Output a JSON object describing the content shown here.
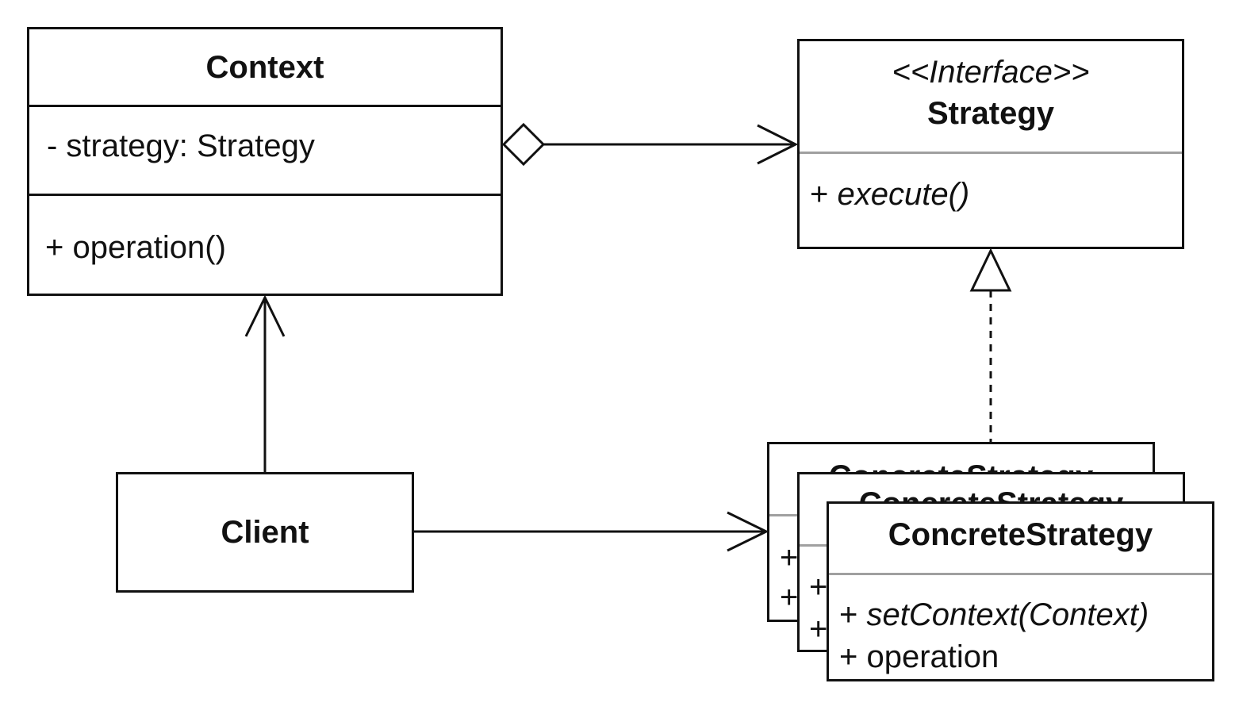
{
  "context": {
    "name": "Context",
    "attribute": "- strategy: Strategy",
    "method": "+ operation()"
  },
  "strategy": {
    "stereotype": "<<Interface>>",
    "name": "Strategy",
    "method_prefix": "+ ",
    "method_name": "execute()"
  },
  "client": {
    "name": "Client"
  },
  "concrete_strategy": {
    "name": "ConcreteStrategy",
    "method1_prefix": "+ ",
    "method1_name": "setContext(Context)",
    "method2": "+ operation",
    "stack_prefix": "+"
  },
  "colors": {
    "line": "#111111",
    "separator_grey": "#a0a0a0",
    "background": "#ffffff"
  }
}
